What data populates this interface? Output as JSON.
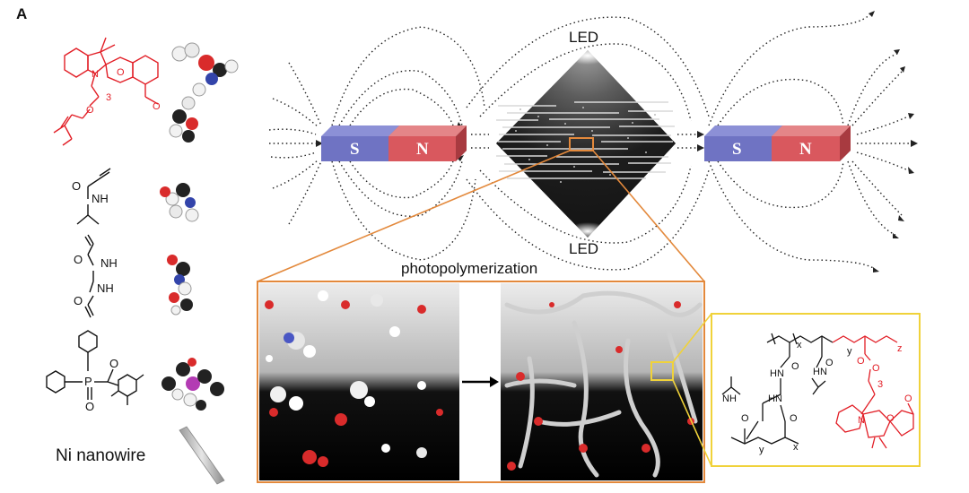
{
  "figure": {
    "panel_label": "A",
    "led_top": "LED",
    "led_bottom": "LED",
    "process_label": "photopolymerization",
    "nanowire_label": "Ni nanowire"
  },
  "magnets": {
    "south_label": "S",
    "north_label": "N",
    "south_color": "#6f73c3",
    "north_color": "#d9585e"
  },
  "structures": {
    "spiropyran": {
      "ring_text": "O",
      "ring_text_2": "O",
      "methoxy": "O",
      "n_label": "N",
      "subscript": "3"
    },
    "nipam": {
      "carbonyl": "O",
      "amine": "NH"
    },
    "bis": {
      "carbonyl_1": "O",
      "amine_1": "NH",
      "amine_2": "NH",
      "carbonyl_2": "O"
    },
    "initiator": {
      "phosphorus": "P",
      "oxide": "O",
      "carbonyl": "O"
    }
  },
  "polymer": {
    "sub_x": "x",
    "sub_y": "y",
    "sub_z": "z",
    "sub_3": "3",
    "hn_1": "HN",
    "hn_2": "HN",
    "nh_1": "NH",
    "hn_3": "HN",
    "o_1": "O",
    "o_2": "O",
    "o_3": "O",
    "o_4": "O",
    "o_5": "O",
    "o_6": "O",
    "n_sp": "N",
    "o_sp": "O",
    "ome": "O",
    "sub_y2": "y",
    "sub_x2": "x"
  },
  "colors": {
    "accent_orange": "#e3893c",
    "callout_yellow": "#f0d23a",
    "red_structure": "#e21e26"
  }
}
